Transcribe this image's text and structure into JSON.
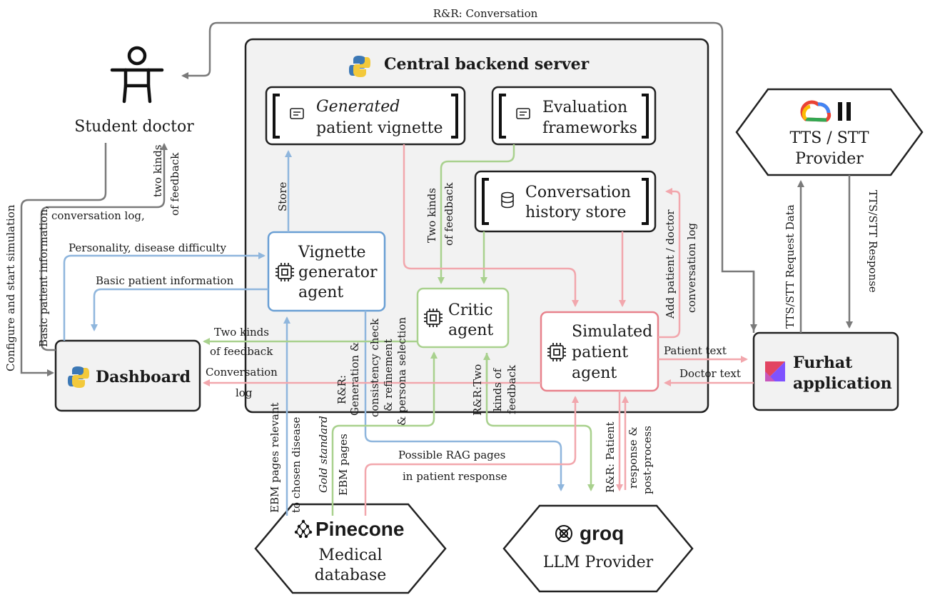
{
  "colors": {
    "gray": "#7a7a7a",
    "blue": "#8fb6dd",
    "green": "#a9d18e",
    "pink": "#f2a7ad",
    "vignette_border": "#6a9fd4",
    "critic_border": "#a9d18e",
    "patient_border": "#e8828c",
    "server_fill": "#f2f2f2"
  },
  "nodes": {
    "server": {
      "title": "Central backend server"
    },
    "student": {
      "label": "Student doctor"
    },
    "vignette_store": {
      "line1": "Generated",
      "line2": "patient vignette"
    },
    "eval": {
      "line1": "Evaluation",
      "line2": "frameworks"
    },
    "history": {
      "line1": "Conversation",
      "line2": "history store"
    },
    "vignette_agent": {
      "line1": "Vignette",
      "line2": "generator",
      "line3": "agent"
    },
    "critic": {
      "line1": "Critic",
      "line2": "agent"
    },
    "patient_agent": {
      "line1": "Simulated",
      "line2": "patient",
      "line3": "agent"
    },
    "dashboard": {
      "label": "Dashboard"
    },
    "furhat": {
      "line1": "Furhat",
      "line2": "application"
    },
    "tts": {
      "line1": "TTS / STT",
      "line2": "Provider"
    },
    "pinecone": {
      "brand": "Pinecone",
      "line1": "Medical",
      "line2": "database"
    },
    "groq": {
      "brand": "groq",
      "label": "LLM Provider"
    }
  },
  "edges": {
    "rr_conversation": "R&R: Conversation",
    "configure": "Configure and start simulation",
    "basic_info_a": "Basic patient information,",
    "conv_log_comma": "conversation log,",
    "two_kinds_a": "two kinds",
    "two_kinds_b": "of feedback",
    "personality": "Personality, disease difficulty",
    "basic_info_b": "Basic patient information",
    "store": "Store",
    "two_kinds_c": "Two kinds",
    "two_kinds_d": "of feedback",
    "dash_two_kinds_a": "Two kinds",
    "dash_two_kinds_b": "of feedback",
    "dash_conv_a": "Conversation",
    "dash_conv_b": "log",
    "rr_gen_a": "R&R:",
    "rr_gen_b": "Generation &",
    "consistency_a": "consistency check",
    "consistency_b": "& refinement",
    "consistency_c": "& persona selection",
    "rr_two_a": "R&R:Two",
    "rr_two_b": "kinds of",
    "rr_two_c": "feedback",
    "add_log_a": "Add patient / doctor",
    "add_log_b": "conversation log",
    "patient_text": "Patient text",
    "doctor_text": "Doctor text",
    "tts_request": "TTS/STT Request Data",
    "tts_response": "TTS/STT Response",
    "ebm_a": "EBM pages relevant",
    "ebm_b": "to chosen disease",
    "gold_a": "Gold standard",
    "gold_b": "EBM pages",
    "rag_a": "Possible RAG pages",
    "rag_b": "in patient response",
    "rr_patient_a": "R&R: Patient",
    "rr_patient_b": "response &",
    "rr_patient_c": "post-process"
  }
}
